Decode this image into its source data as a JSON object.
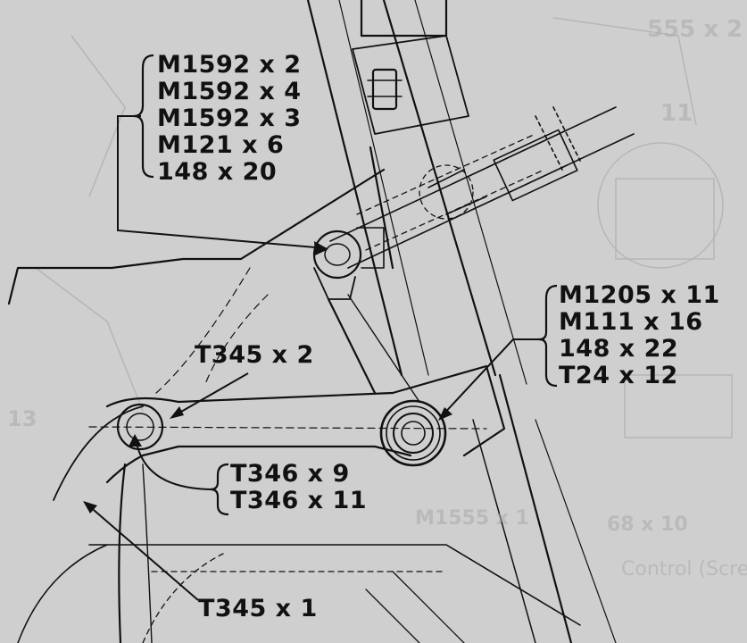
{
  "callouts": {
    "group_a": [
      "M1592 x 2",
      "M1592 x 4",
      "M1592 x 3",
      "M121 x 6",
      "148 x 20"
    ],
    "group_b": [
      "M1205 x 11",
      "M111 x 16",
      "148 x 22",
      "T24 x 12"
    ],
    "group_c": [
      "T346 x 9",
      "T346 x 11"
    ],
    "t345_2": "T345 x 2",
    "t345_1": "T345 x 1"
  },
  "background_text": {
    "top_right": "555 x 2",
    "right_mid": "11",
    "left_mid": "13",
    "lower_right": "M1555 x 1",
    "bottom_left": "68 x 10",
    "control": "Control (Screen)"
  }
}
